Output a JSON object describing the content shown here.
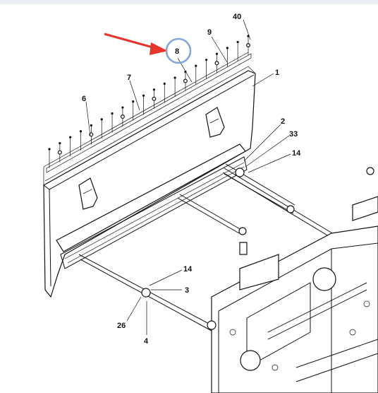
{
  "diagram": {
    "callouts": [
      {
        "id": "c-40",
        "text": "40"
      },
      {
        "id": "c-9",
        "text": "9"
      },
      {
        "id": "c-8",
        "text": "8"
      },
      {
        "id": "c-7",
        "text": "7"
      },
      {
        "id": "c-1",
        "text": "1"
      },
      {
        "id": "c-6",
        "text": "6"
      },
      {
        "id": "c-2",
        "text": "2"
      },
      {
        "id": "c-33",
        "text": "33"
      },
      {
        "id": "c-14a",
        "text": "14"
      },
      {
        "id": "c-14b",
        "text": "14"
      },
      {
        "id": "c-3",
        "text": "3"
      },
      {
        "id": "c-26",
        "text": "26"
      },
      {
        "id": "c-4",
        "text": "4"
      }
    ],
    "highlight": {
      "color": "#7fa6d4"
    },
    "arrow": {
      "color": "#e8352c"
    }
  }
}
